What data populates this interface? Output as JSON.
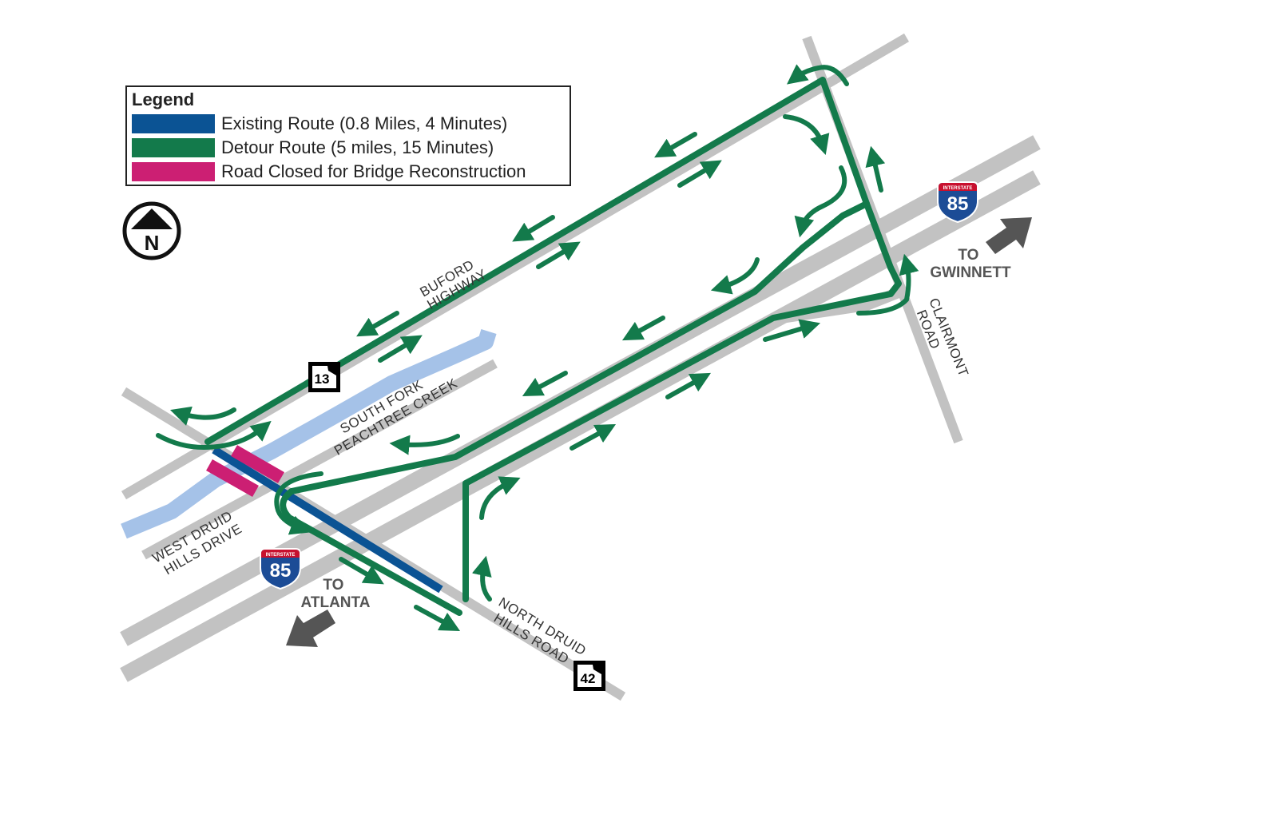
{
  "legend": {
    "title": "Legend",
    "items": [
      {
        "label": "Existing Route (0.8 Miles, 4 Minutes)",
        "color": "#0b5394"
      },
      {
        "label": "Detour Route (5 miles, 15 Minutes)",
        "color": "#137a4b"
      },
      {
        "label": "Road Closed for Bridge Reconstruction",
        "color": "#cc1f73"
      }
    ]
  },
  "north_arrow": {
    "letter": "N"
  },
  "roads": {
    "buford_highway": [
      "BUFORD",
      "HIGHWAY"
    ],
    "creek": [
      "SOUTH FORK",
      "PEACHTREE CREEK"
    ],
    "west_druid": [
      "WEST DRUID",
      "HILLS DRIVE"
    ],
    "north_druid": [
      "NORTH DRUID",
      "HILLS ROAD"
    ],
    "clairmont": [
      "CLAIRMONT",
      "ROAD"
    ]
  },
  "shields": {
    "sr13": "13",
    "sr42": "42",
    "i85_west": {
      "banner": "INTERSTATE",
      "number": "85"
    },
    "i85_east": {
      "banner": "INTERSTATE",
      "number": "85"
    }
  },
  "destinations": {
    "atlanta": [
      "TO",
      "ATLANTA"
    ],
    "gwinnett": [
      "TO",
      "GWINNETT"
    ]
  },
  "colors": {
    "road": "#c2c2c2",
    "creek": "#a5c2e8",
    "detour": "#137a4b",
    "existing": "#0b5394",
    "closed": "#cc1f73",
    "interstate_blue": "#1c4c96",
    "interstate_red": "#c8102e",
    "dest_arrow": "#555555"
  }
}
